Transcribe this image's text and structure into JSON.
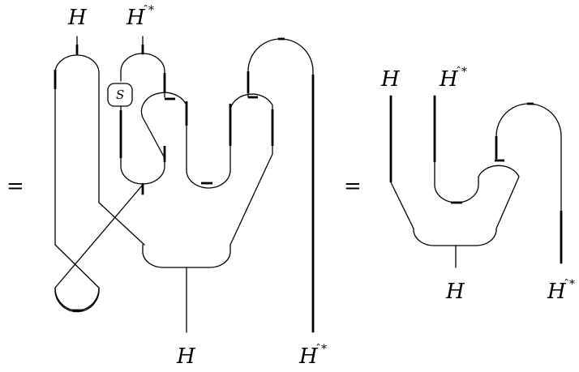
{
  "labels": {
    "left_top_h": "H",
    "left_top_hstar": "H",
    "left_top_hstar_sup": "ˆ*",
    "left_bottom_h": "H",
    "left_bottom_hstar": "H",
    "left_bottom_hstar_sup": "ˆ*",
    "right_top_h": "H",
    "right_top_hstar": "H",
    "right_top_hstar_sup": "ˆ*",
    "right_bottom_h": "H",
    "right_bottom_hstar": "H",
    "right_bottom_hstar_sup": "ˆ*",
    "antipode": "S"
  },
  "equals": [
    "=",
    "="
  ]
}
